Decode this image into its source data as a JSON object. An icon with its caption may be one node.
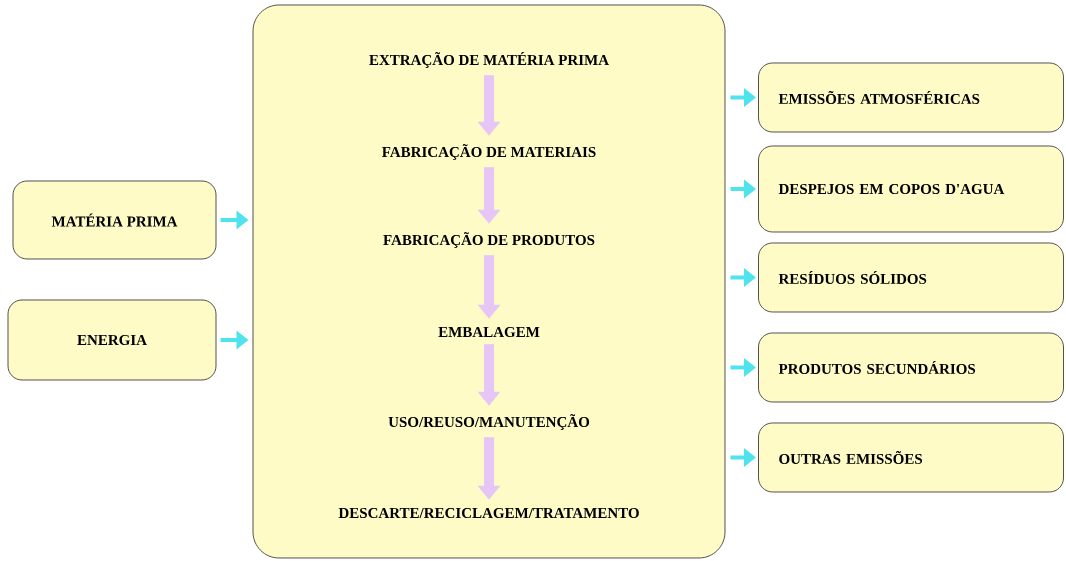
{
  "diagram": {
    "nodes": [
      {
        "text": [],
        "shape": "box"
      },
      {
        "text": [
          "EXTRAÇÃO DE MATÉRIA PRIMA"
        ],
        "in": 0
      },
      {
        "text": [
          "FABRICAÇÃO DE MATERIAIS"
        ],
        "in": 0
      },
      {
        "text": [
          "FABRICAÇÃO DE PRODUTOS"
        ],
        "in": 0
      },
      {
        "text": [
          "EMBALAGEM"
        ],
        "in": 0
      },
      {
        "text": [
          "USO/REUSO/MANUTENÇÃO"
        ],
        "in": 0
      },
      {
        "text": [
          "DESCARTE/RECICLAGEM/TRATAMENTO"
        ],
        "in": 0
      },
      {
        "text": [
          "MATÉRIA PRIMA"
        ]
      },
      {
        "text": [
          "ENERGIA"
        ]
      },
      {
        "text": [
          "EMISSÕES ATMOSFÉRICAS"
        ]
      },
      {
        "text": [
          "DESPEJOS EM COPOS D'AGUA"
        ]
      },
      {
        "text": [
          "RESÍDUOS SÓLIDOS"
        ]
      },
      {
        "text": [
          "PRODUTOS SECUNDÁRIOS"
        ]
      },
      {
        "text": [
          "OUTRAS EMISSÕES"
        ]
      }
    ],
    "edges": [
      {
        "from": 1,
        "to": 2,
        "arrow": "to",
        "style": "thick",
        "color": "#e6c6f7"
      },
      {
        "from": 2,
        "to": 3,
        "arrow": "to",
        "style": "thick",
        "color": "#e6c6f7"
      },
      {
        "from": 3,
        "to": 4,
        "arrow": "to",
        "style": "thick",
        "color": "#e6c6f7"
      },
      {
        "from": 4,
        "to": 5,
        "arrow": "to",
        "style": "thick",
        "color": "#e6c6f7"
      },
      {
        "from": 5,
        "to": 6,
        "arrow": "to",
        "style": "thick",
        "color": "#e6c6f7"
      },
      {
        "from": 7,
        "to": 0,
        "arrow": "to"
      },
      {
        "from": 8,
        "to": 0,
        "arrow": "to"
      },
      {
        "from": 0,
        "to": 9,
        "arrow": "to"
      },
      {
        "from": 0,
        "to": 10,
        "arrow": "to"
      },
      {
        "from": 0,
        "to": 11,
        "arrow": "to"
      },
      {
        "from": 0,
        "to": 12,
        "arrow": "to"
      },
      {
        "from": 0,
        "to": 13,
        "arrow": "to"
      }
    ]
  }
}
